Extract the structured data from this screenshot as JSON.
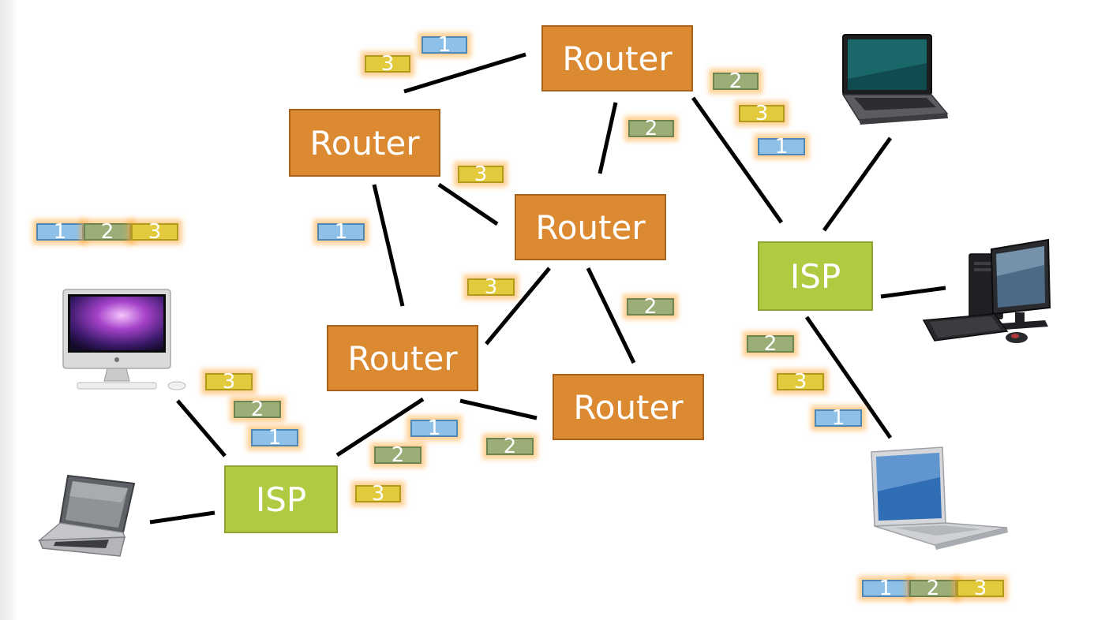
{
  "nodes": {
    "router_top": "Router",
    "router_left": "Router",
    "router_center": "Router",
    "router_lower_left": "Router",
    "router_lower_right": "Router",
    "isp_left": "ISP",
    "isp_right": "ISP"
  },
  "packets": {
    "source_sequence": [
      "1",
      "2",
      "3"
    ],
    "destination_sequence": [
      "1",
      "2",
      "3"
    ],
    "in_transit": [
      "1",
      "3",
      "2",
      "3",
      "1",
      "2",
      "3",
      "1",
      "3",
      "2",
      "2",
      "3",
      "1",
      "3",
      "2",
      "1",
      "1",
      "2",
      "3",
      "2"
    ]
  },
  "devices": [
    "desktop-imac",
    "laptop-left",
    "laptop-top-right",
    "desktop-tower",
    "laptop-macbook"
  ],
  "colors": {
    "router": "#dc8a32",
    "isp": "#b0cb42",
    "packet_1": "#8fc1e8",
    "packet_2": "#9bae78",
    "packet_3": "#e3c93c",
    "glow": "#ffaa3c"
  }
}
